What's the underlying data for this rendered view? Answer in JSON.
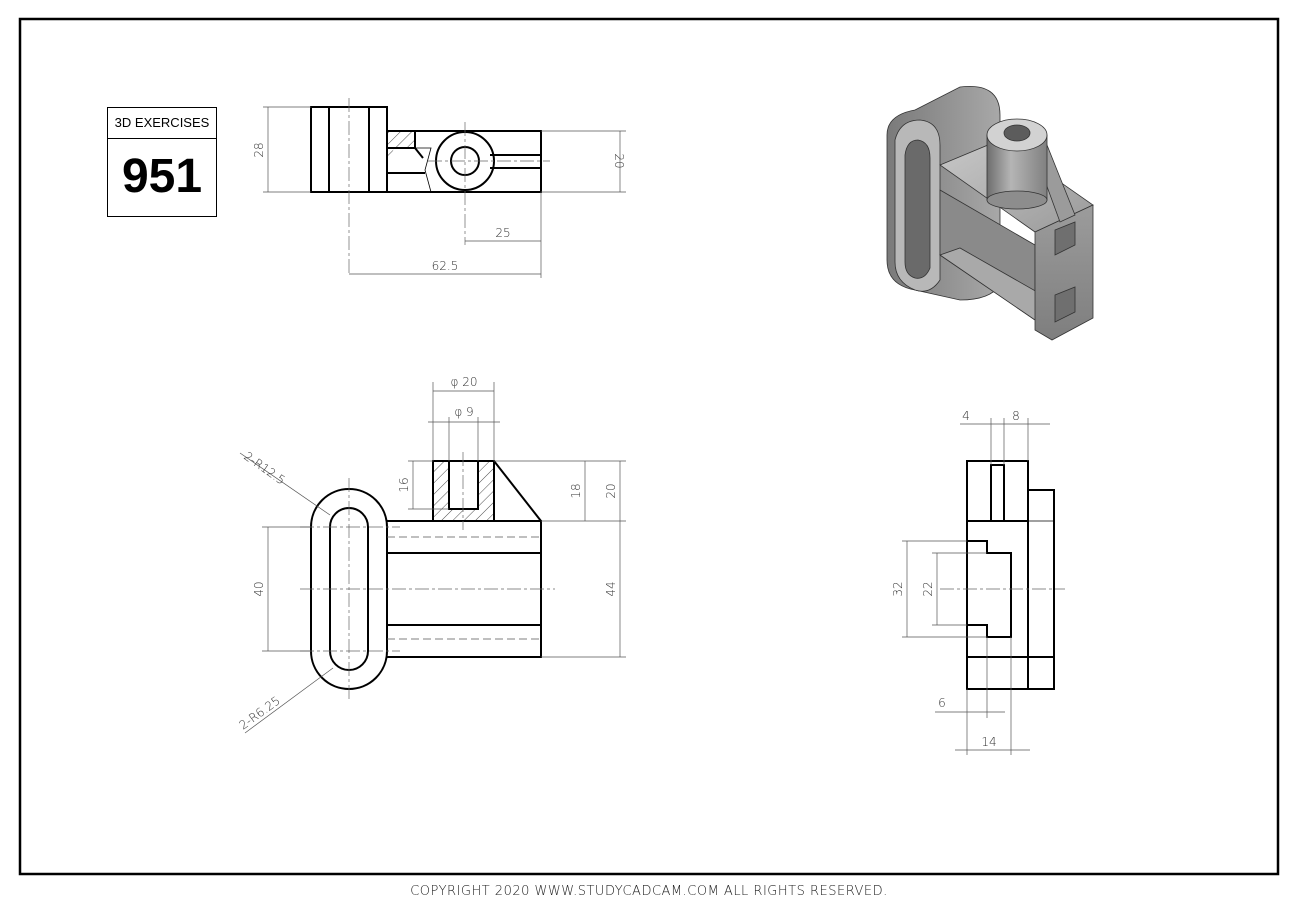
{
  "title_block": {
    "caption": "3D EXERCISES",
    "number": "951"
  },
  "dimensions": {
    "top_height": "28",
    "top_right": "20",
    "top_25": "25",
    "top_625": "62.5",
    "front_phi20": "φ 20",
    "front_phi9": "φ 9",
    "front_16": "16",
    "front_18": "18",
    "front_20": "20",
    "front_40": "40",
    "front_44": "44",
    "front_r125": "2-R12.5",
    "front_r625": "2-R6.25",
    "side_4": "4",
    "side_8": "8",
    "side_32": "32",
    "side_22": "22",
    "side_6": "6",
    "side_14": "14"
  },
  "copyright": "COPYRIGHT  2020 WWW.STUDYCADCAM.COM ALL RIGHTS RESERVED."
}
